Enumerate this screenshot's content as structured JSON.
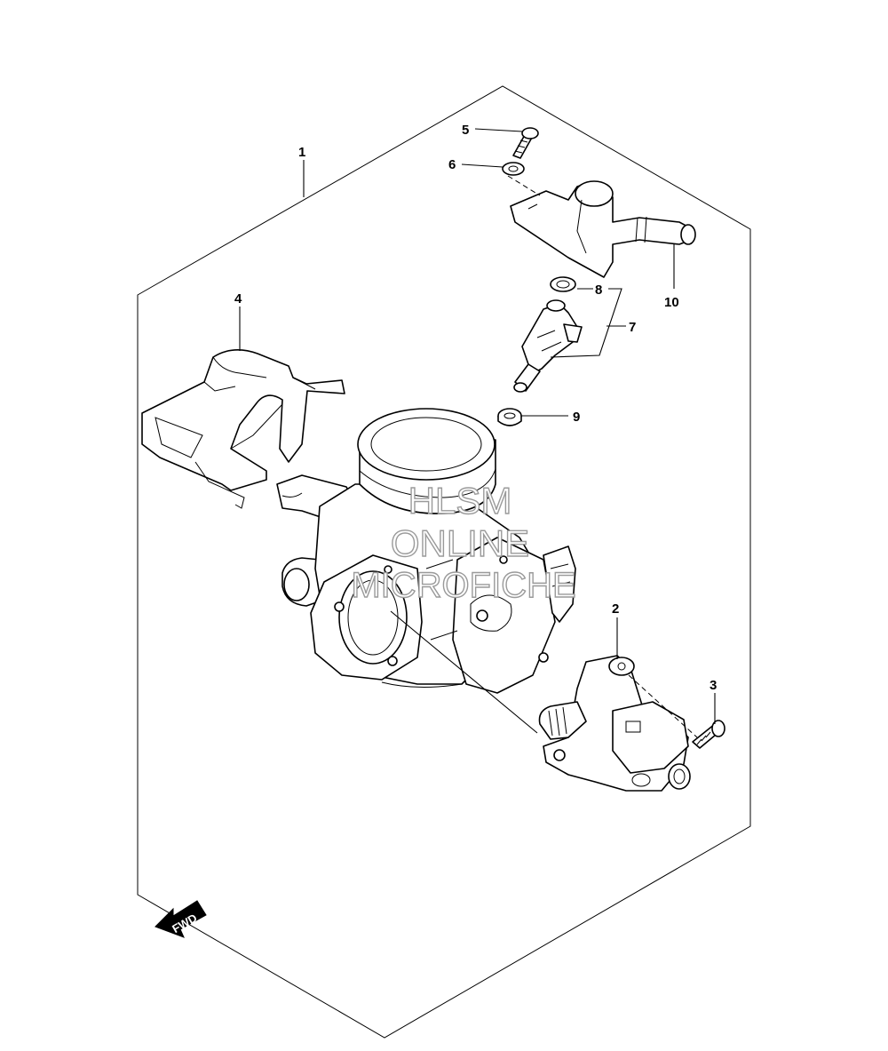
{
  "callouts": {
    "c1": "1",
    "c2": "2",
    "c3": "3",
    "c4": "4",
    "c5": "5",
    "c6": "6",
    "c7": "7",
    "c8": "8",
    "c9": "9",
    "c10": "10"
  },
  "watermark": {
    "line1": "HLSM",
    "line2": "ONLINE",
    "line3": "MICROFICHE"
  },
  "direction_arrow": {
    "label": "FWD"
  }
}
